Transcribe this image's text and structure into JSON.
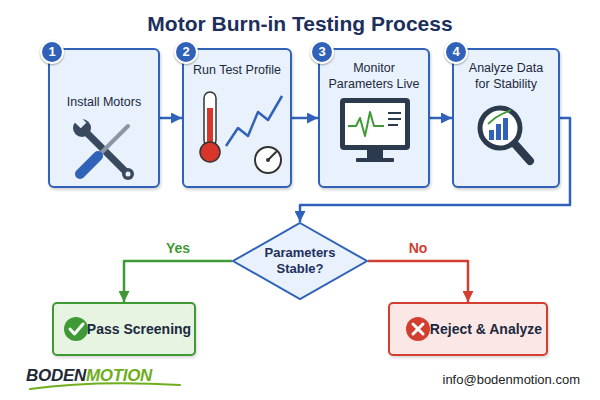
{
  "diagram": {
    "title": "Motor Burn-in Testing Process",
    "nodes": [
      {
        "text": [
          "Install Motors"
        ]
      },
      {
        "text": [
          "1"
        ],
        "in": 0
      },
      {
        "text": [
          "Run Test Profile"
        ]
      },
      {
        "text": [
          "2"
        ],
        "in": 2
      },
      {
        "text": [
          "Monitor Parameters Live"
        ]
      },
      {
        "text": [
          "3"
        ],
        "in": 4
      },
      {
        "text": [
          "Analyze Data for Stability"
        ]
      },
      {
        "text": [
          "4"
        ],
        "in": 6
      },
      {
        "text": [
          "Parameters Stable?"
        ]
      },
      {
        "text": [
          "Pass Screening"
        ]
      },
      {
        "text": [
          "Reject & Analyze"
        ]
      }
    ],
    "edges": [
      {
        "from": 0,
        "to": 2,
        "arrow": "to"
      },
      {
        "from": 2,
        "to": 4,
        "arrow": "to"
      },
      {
        "from": 4,
        "to": 6,
        "arrow": "to"
      },
      {
        "from": 6,
        "to": 8,
        "arrow": "to"
      },
      {
        "from": 8,
        "to": 9,
        "label": "Yes",
        "arrow": "to"
      },
      {
        "from": 8,
        "to": 10,
        "label": "No",
        "arrow": "to"
      }
    ],
    "labels": [
      "BODEN",
      "MOTION",
      "info@bodenmotion.com"
    ]
  }
}
